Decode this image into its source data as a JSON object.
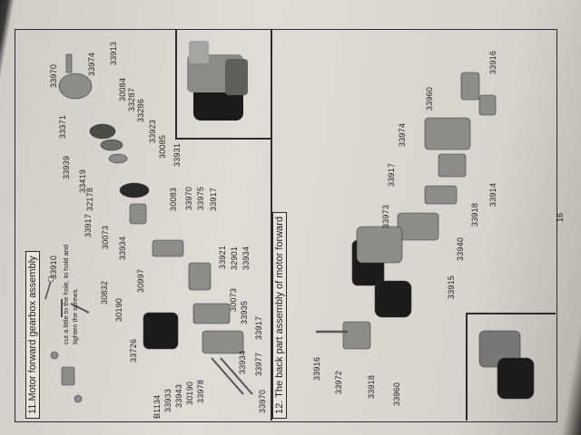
{
  "page_number": "16",
  "section1": {
    "title": "11.Motor forward gearbox assembly",
    "note_lines": [
      "cut a little to the hole, to hold and",
      "tighten the screws."
    ],
    "parts": [
      "33910",
      "33974",
      "33913",
      "33970",
      "30084",
      "33287",
      "33371",
      "33286",
      "33923",
      "33939",
      "30085",
      "33419",
      "33931",
      "32178",
      "30083",
      "33917",
      "33970",
      "33975",
      "33917",
      "30073",
      "33934",
      "33921",
      "32901",
      "33934",
      "30832",
      "30997",
      "30190",
      "30073",
      "33935",
      "33726",
      "33917",
      "33934",
      "33977",
      "B1134",
      "33933",
      "33943",
      "30190",
      "33978",
      "33970"
    ]
  },
  "section2": {
    "title": "12. The back part assembly of motor forward",
    "parts": [
      "33916",
      "33960",
      "33974",
      "33917",
      "33973",
      "33914",
      "33918",
      "33940",
      "33915",
      "33916",
      "33972",
      "33918",
      "33960"
    ]
  }
}
